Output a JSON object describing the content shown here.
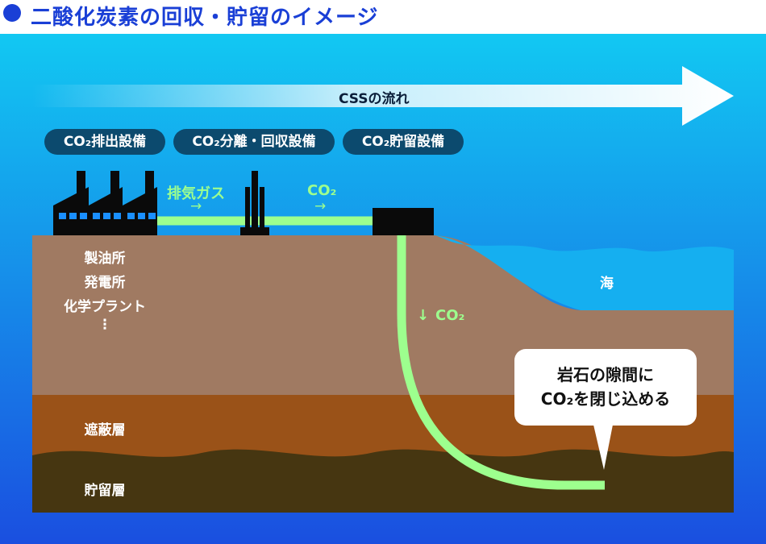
{
  "title": "二酸化炭素の回収・貯留のイメージ",
  "flow_arrow_label": "CSSの流れ",
  "facilities": [
    "CO₂排出設備",
    "CO₂分離・回収設備",
    "CO₂貯留設備"
  ],
  "flow_labels": {
    "exhaust": "排気ガス",
    "co2": "CO₂",
    "arrow_right": "→",
    "arrow_down": "↓",
    "co2_down": "CO₂"
  },
  "emitters": [
    "製油所",
    "発電所",
    "化学プラント",
    "⋮"
  ],
  "sea_label": "海",
  "layers": {
    "seal": "遮蔽層",
    "reservoir": "貯留層"
  },
  "callout": [
    "岩石の隙間に",
    "CO₂を閉じ込める"
  ],
  "colors": {
    "sky_top": "#12c8f2",
    "sky_bottom": "#1a4fe0",
    "ground": "#a07a62",
    "seal_layer": "#9a5218",
    "reservoir_layer": "#463611",
    "sea": "#15aff0",
    "pipe": "#9dff8e",
    "pill": "#0c4a6e",
    "title": "#1a3fd6"
  }
}
